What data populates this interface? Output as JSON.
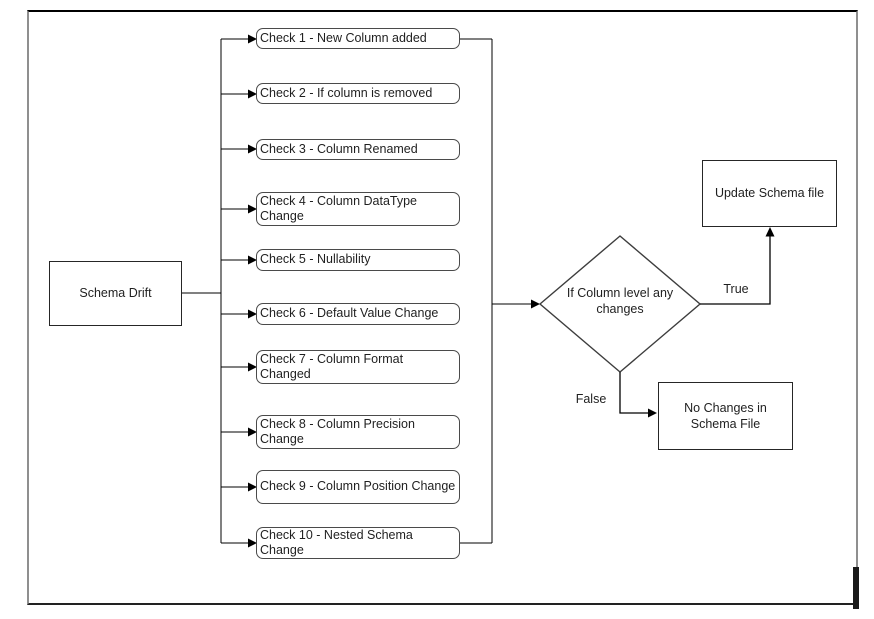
{
  "colors": {
    "stroke": "#000000",
    "node_border": "#4a4a4a",
    "background": "#ffffff",
    "text": "#1f1f1f"
  },
  "root": {
    "label": "Schema Drift"
  },
  "checks": [
    {
      "label": "Check 1 - New Column added"
    },
    {
      "label": "Check 2 - If column is removed"
    },
    {
      "label": "Check 3 - Column Renamed"
    },
    {
      "label": "Check 4 - Column DataType Change"
    },
    {
      "label": "Check 5 - Nullability"
    },
    {
      "label": "Check 6 - Default Value Change"
    },
    {
      "label": "Check 7 - Column Format Changed"
    },
    {
      "label": "Check 8 - Column Precision Change"
    },
    {
      "label": "Check 9 - Column Position Change"
    },
    {
      "label": "Check 10 - Nested Schema Change"
    }
  ],
  "decision": {
    "label": "If Column level any changes"
  },
  "branches": {
    "true_label": "True",
    "false_label": "False"
  },
  "outcomes": {
    "update": {
      "label": "Update Schema file"
    },
    "no_change": {
      "label": "No Changes in Schema File"
    }
  }
}
